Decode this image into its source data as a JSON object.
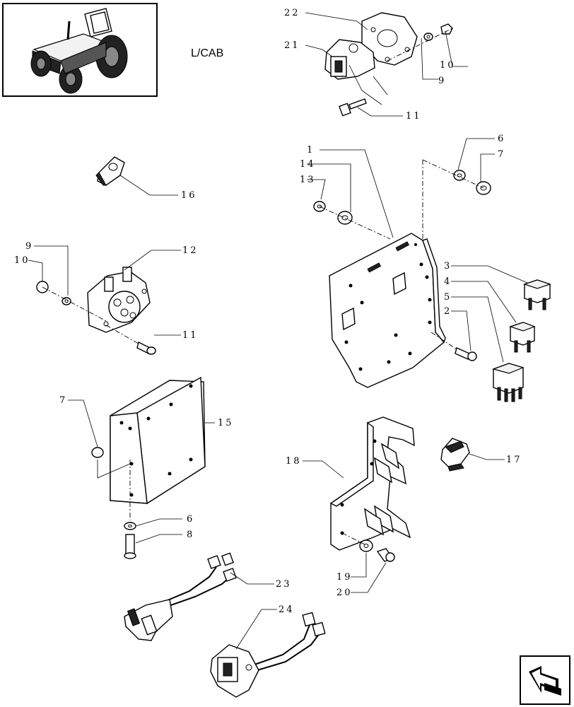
{
  "header": {
    "section_label": "L/CAB"
  },
  "callouts": {
    "c1": "1",
    "c2": "2",
    "c3": "3",
    "c4": "4",
    "c5": "5",
    "c6a": "6",
    "c6b": "6",
    "c7a": "7",
    "c7b": "7",
    "c8": "8",
    "c9a": "9",
    "c9b": "9",
    "c10a": "10",
    "c10b": "10",
    "c11a": "11",
    "c11b": "11",
    "c12": "12",
    "c13": "13",
    "c14": "14",
    "c15": "15",
    "c16": "16",
    "c17": "17",
    "c18": "18",
    "c19": "19",
    "c20": "20",
    "c21": "21",
    "c22": "22",
    "c23": "23",
    "c24": "24"
  },
  "icons": {
    "thumbnail": "tractor-thumbnail-icon",
    "nav": "next-page-arrow-icon"
  }
}
